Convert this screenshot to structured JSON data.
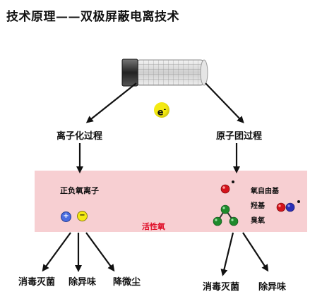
{
  "title": "技术原理——双极屏蔽电离技术",
  "electron": "e",
  "branch_left": "离子化过程",
  "branch_right": "原子团过程",
  "ion_label": "正负氧离子",
  "ion_pos": "+",
  "ion_neg": "−",
  "active_oxygen": "活性氧",
  "radical_labels": [
    "氧自由基",
    "羟基",
    "臭氧"
  ],
  "outputs_left": [
    "消毒灭菌",
    "除异味",
    "降微尘"
  ],
  "outputs_right": [
    "消毒灭菌",
    "除异味"
  ]
}
